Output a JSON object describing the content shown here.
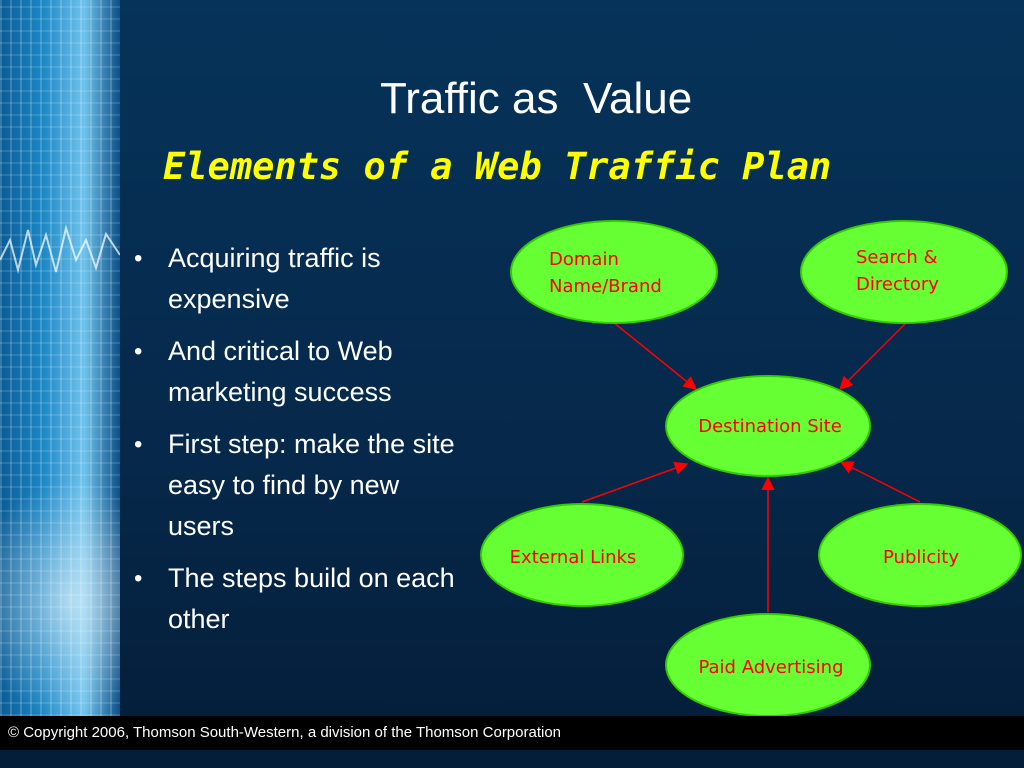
{
  "slide": {
    "title": "Traffic as  Value",
    "subtitle": "Elements of a Web Traffic Plan",
    "footer": "© Copyright 2006, Thomson South-Western, a division of the Thomson Corporation"
  },
  "bullets": [
    "Acquiring traffic is expensive",
    "And critical to Web marketing success",
    "First step: make the site easy to find by new users",
    "The steps build on each other"
  ],
  "diagram": {
    "nodes": {
      "domain": [
        "Domain",
        "Name/Brand"
      ],
      "search": [
        "Search &",
        "Directory"
      ],
      "destination": [
        "Destination Site"
      ],
      "external": [
        "External Links"
      ],
      "publicity": [
        "Publicity"
      ],
      "paid": [
        "Paid Advertising"
      ]
    },
    "colors": {
      "node_fill": "#66ff33",
      "node_stroke": "#33cc00",
      "arrow": "#ff0000",
      "label": "#ff0000"
    }
  }
}
